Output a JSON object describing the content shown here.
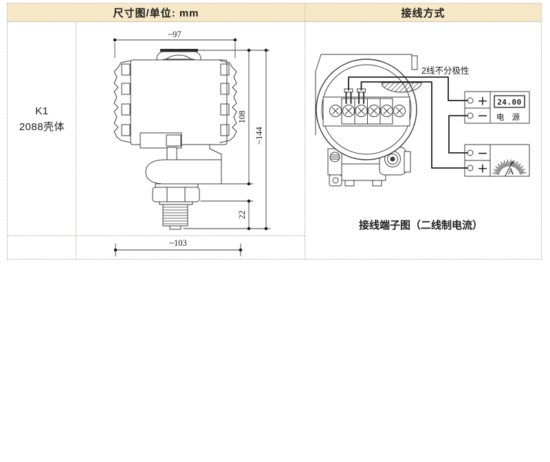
{
  "table": {
    "dimension_header": "尺寸图/单位: mm",
    "wiring_header": "接线方式",
    "model": {
      "line1": "K1",
      "line2": "2088壳体"
    }
  },
  "dimensions": {
    "top_width": "~97",
    "body_height": "108",
    "total_height": "~144",
    "thread_length": "22",
    "bottom_width": "~103"
  },
  "wiring": {
    "polarity_note": "2线不分极性",
    "caption": "接线端子图（二线制电流）",
    "power_supply": {
      "display": "24.00",
      "label": "电 源",
      "plus": "+",
      "minus": "−"
    },
    "ammeter": {
      "unit": "A",
      "plus": "+",
      "minus": "−"
    }
  },
  "colors": {
    "header_bg": "#f6e8c7",
    "table_border": "#a8a092",
    "drawing_line": "#3a3a3a"
  }
}
